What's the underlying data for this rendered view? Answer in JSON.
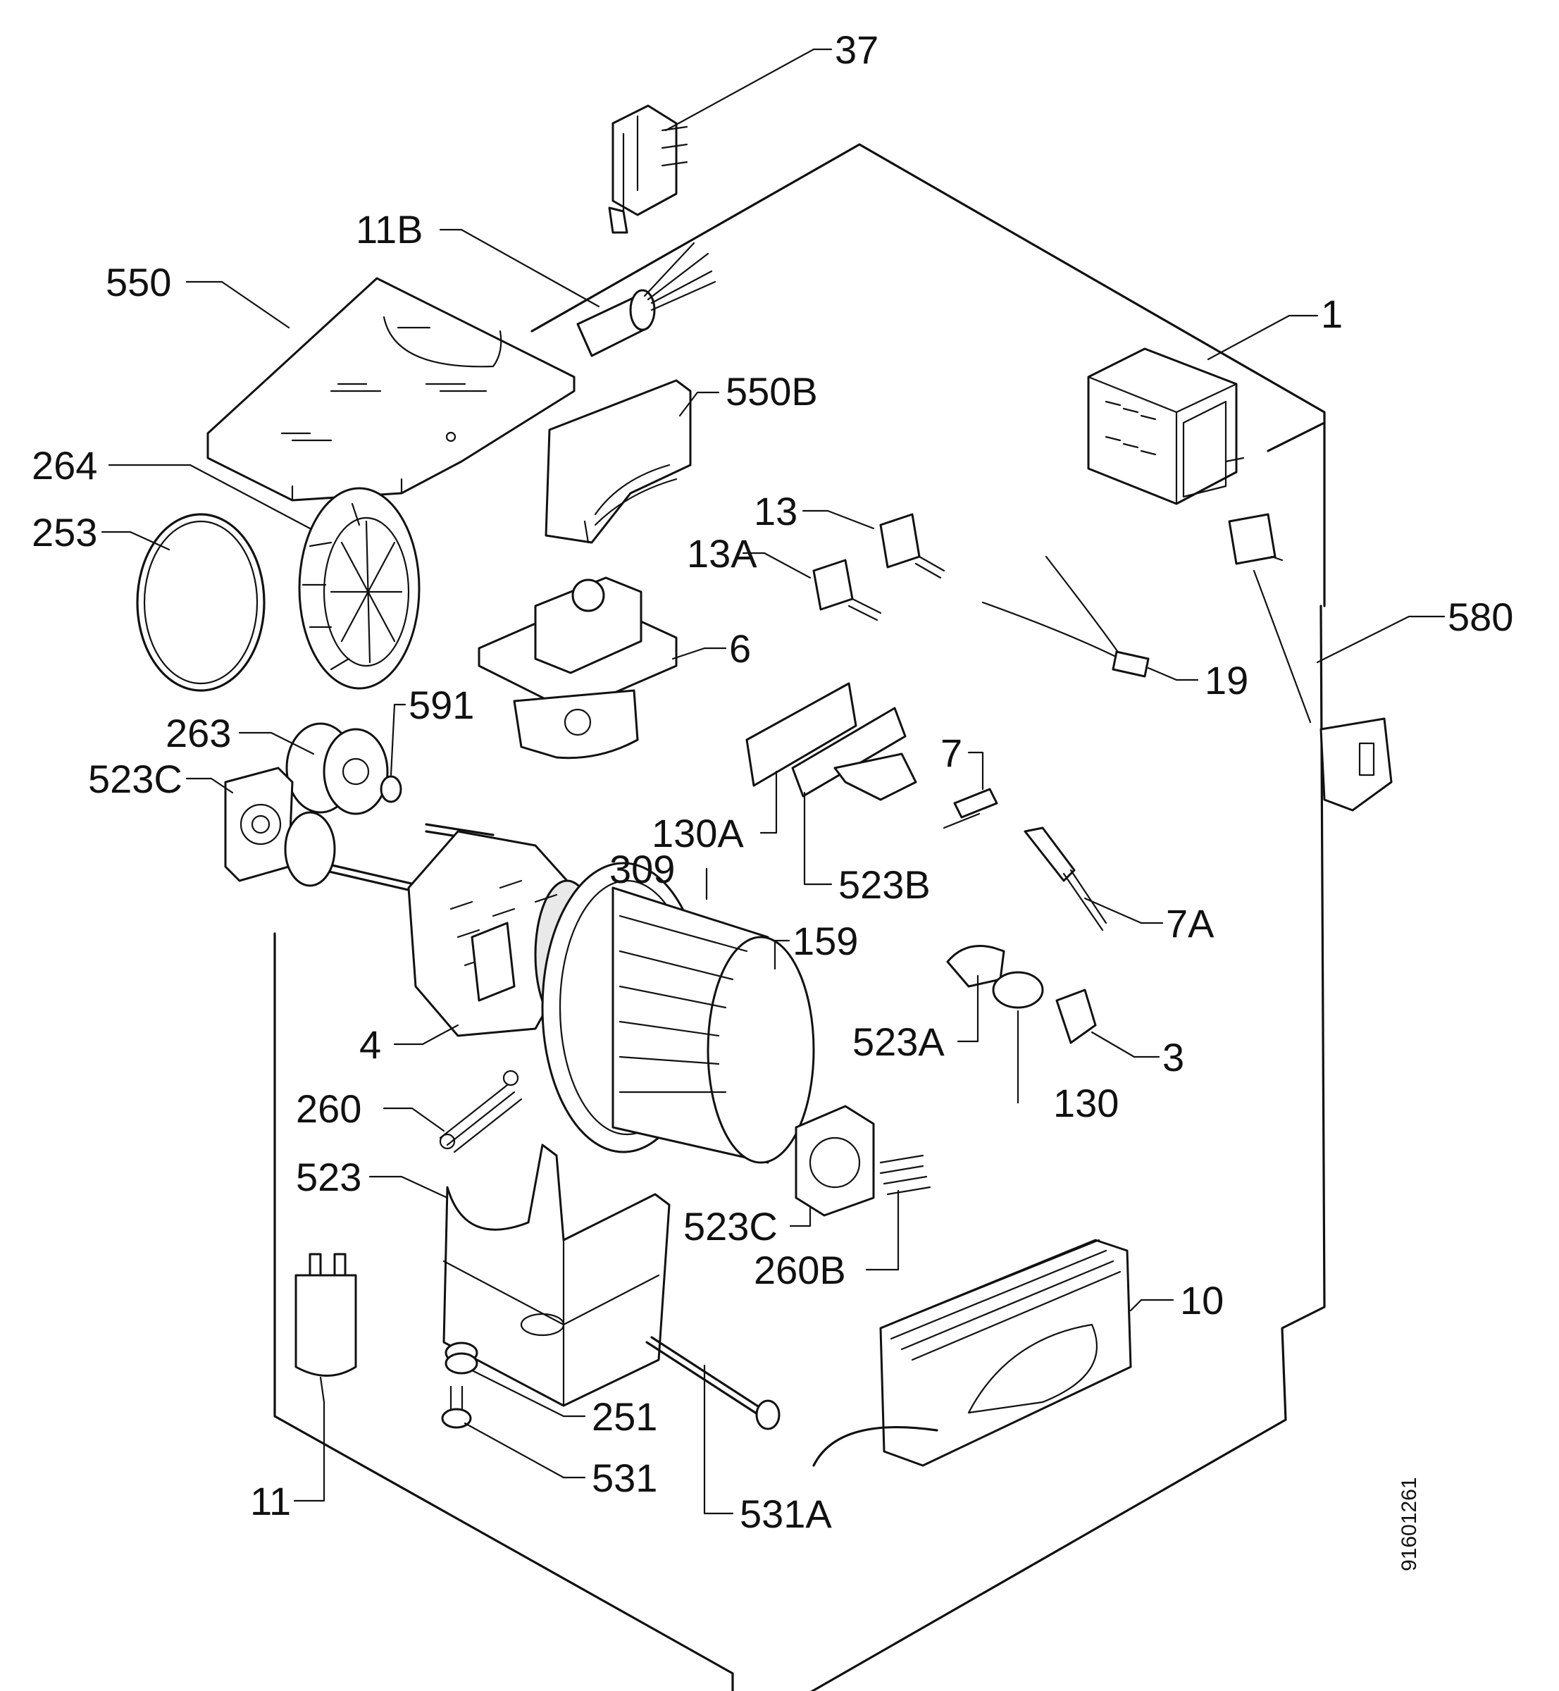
{
  "diagram": {
    "labels": {
      "p37": "37",
      "p11b": "11B",
      "p550": "550",
      "p550b": "550B",
      "p1": "1",
      "p264": "264",
      "p253": "253",
      "p13": "13",
      "p13a": "13A",
      "p6": "6",
      "p580": "580",
      "p19": "19",
      "p263": "263",
      "p591": "591",
      "p523c_top": "523C",
      "p7": "7",
      "p130a": "130A",
      "p309": "309",
      "p523b": "523B",
      "p7a": "7A",
      "p159": "159",
      "p4": "4",
      "p523a": "523A",
      "p3": "3",
      "p130": "130",
      "p260": "260",
      "p523": "523",
      "p523c_bottom": "523C",
      "p260b": "260B",
      "p10": "10",
      "p251": "251",
      "p531": "531",
      "p11": "11",
      "p531a": "531A"
    },
    "drawing_code": "91601261"
  }
}
